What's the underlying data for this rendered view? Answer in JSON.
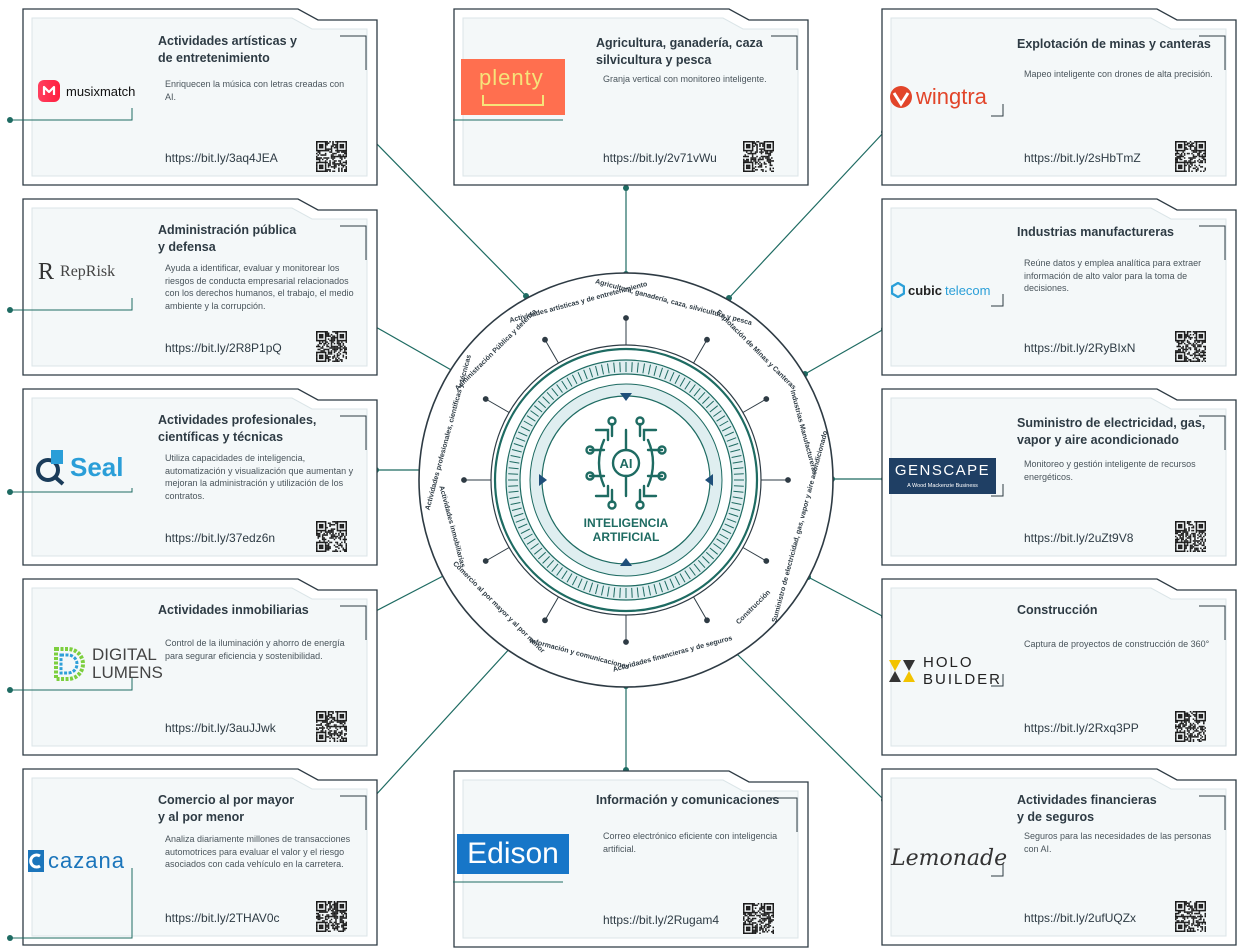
{
  "center": {
    "badge": "AI",
    "title_line1": "INTELIGENCIA",
    "title_line2": "ARTIFICIAL"
  },
  "colors": {
    "teal": "#1e6b62",
    "dark": "#2e3b44",
    "card_bg": "#f4f8f9",
    "ring_fill": "#dfeef0",
    "arrow": "#1f4f7a"
  },
  "ring_labels": [
    "Actividades artísticas y de entretenimiento",
    "Agricultura, ganadería, caza, silvicultura y pesca",
    "Explotación de Minas y Canteras",
    "Industrias Manufactureras",
    "Suministro de electricidad, gas, vapor y aire acondicionado",
    "Construcción",
    "Actividades financieras y de seguros",
    "Información y comunicaciones",
    "Comercio al por mayor y al por menor",
    "Actividades inmobiliarias",
    "Actividades profesionales, científicas y técnicas",
    "Administración Pública y defensa"
  ],
  "cards": {
    "artisticas": {
      "title": "Actividades artísticas y\nde entretenimiento",
      "desc": "Enriquecen la música con letras creadas con AI.",
      "url": "https://bit.ly/3aq4JEA",
      "logo": "musixmatch"
    },
    "administracion": {
      "title": "Administración pública\ny defensa",
      "desc": "Ayuda a identificar, evaluar y monitorear los riesgos de conducta empresarial relacionados con los derechos humanos, el trabajo, el medio ambiente y la corrupción.",
      "url": "https://bit.ly/2R8P1pQ",
      "logo": "RepRisk"
    },
    "profesionales": {
      "title": "Actividades profesionales,\ncientíficas y técnicas",
      "desc": "Utiliza capacidades de inteligencia, automatización y visualización que aumentan y mejoran la administración y utilización de los contratos.",
      "url": "https://bit.ly/37edz6n",
      "logo": "Seal"
    },
    "inmobiliarias": {
      "title": "Actividades inmobiliarias",
      "desc": "Control de la iluminación y ahorro de energía para segurar eficiencia y sostenibilidad.",
      "url": "https://bit.ly/3auJJwk",
      "logo_line1": "DIGITAL",
      "logo_line2": "LUMENS"
    },
    "comercio": {
      "title": "Comercio al por mayor\ny al por menor",
      "desc": "Analiza diariamente millones de transacciones automotrices para evaluar el valor y el riesgo asociados con cada vehículo en la carretera.",
      "url": "https://bit.ly/2THAV0c",
      "logo": "cazana"
    },
    "agricultura": {
      "title": "Agricultura, ganadería, caza\nsilvicultura y pesca",
      "desc": "Granja vertical con monitoreo inteligente.",
      "url": "https://bit.ly/2v71vWu",
      "logo": "plenty"
    },
    "informacion": {
      "title": "Información y comunicaciones",
      "desc": "Correo electrónico eficiente con inteligencia artificial.",
      "url": "https://bit.ly/2Rugam4",
      "logo": "Edison"
    },
    "minas": {
      "title": "Explotación de minas y canteras",
      "desc": "Mapeo inteligente con drones de alta precisión.",
      "url": "https://bit.ly/2sHbTmZ",
      "logo": "wingtra"
    },
    "manufactureras": {
      "title": "Industrias manufactureras",
      "desc": "Reúne datos y emplea analítica para extraer información de alto valor para la toma de decisiones.",
      "url": "https://bit.ly/2RyBIxN",
      "logo_bold": "cubic",
      "logo_light": "telecom"
    },
    "electricidad": {
      "title": "Suministro de electricidad, gas,\nvapor y aire acondicionado",
      "desc": "Monitoreo y gestión inteligente de recursos energéticos.",
      "url": "https://bit.ly/2uZt9V8",
      "logo": "GENSCAPE",
      "logo_sub": "A Wood Mackenzie Business"
    },
    "construccion": {
      "title": "Construcción",
      "desc": "Captura de proyectos de construcción de 360°",
      "url": "https://bit.ly/2Rxq3PP",
      "logo_line1": "HOLO",
      "logo_line2": "BUILDER"
    },
    "financieras": {
      "title": "Actividades financieras\ny de seguros",
      "desc": "Seguros para las necesidades de las personas con AI.",
      "url": "https://bit.ly/2ufUQZx",
      "logo": "Lemonade"
    }
  }
}
